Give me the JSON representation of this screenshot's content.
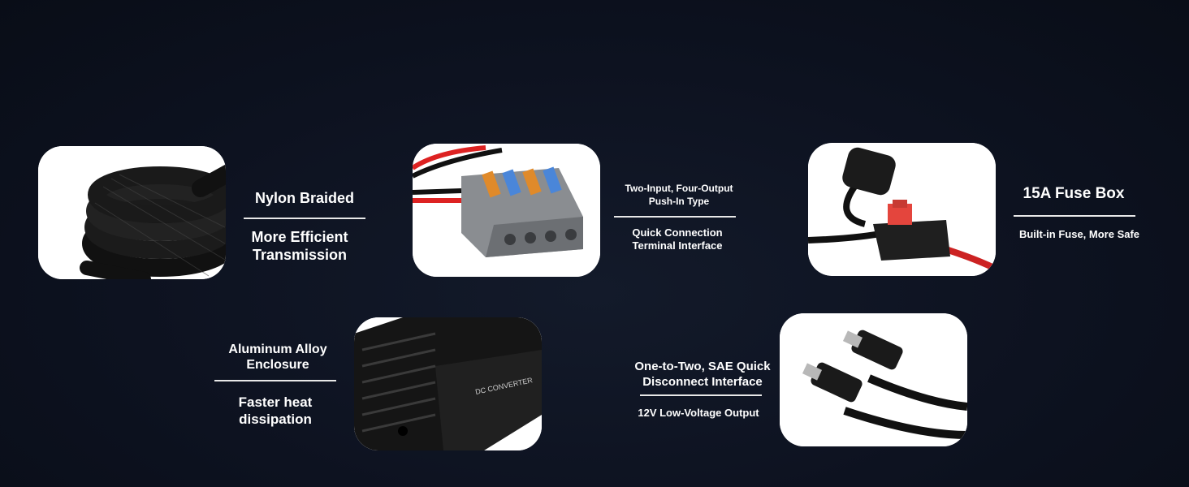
{
  "features": [
    {
      "title": "Nylon Braided",
      "subtitle": "More Efficient\nTransmission"
    },
    {
      "title": "Two-Input, Four-Output\nPush-In Type",
      "subtitle": "Quick Connection\nTerminal Interface"
    },
    {
      "title": "15A Fuse Box",
      "subtitle": "Built-in Fuse, More Safe"
    },
    {
      "title": "Aluminum Alloy\nEnclosure",
      "subtitle": "Faster heat\ndissipation"
    },
    {
      "title": "One-to-Two, SAE Quick\nDisconnect Interface",
      "subtitle": "12V Low-Voltage Output"
    }
  ],
  "converter_label": "DC CONVERTER"
}
